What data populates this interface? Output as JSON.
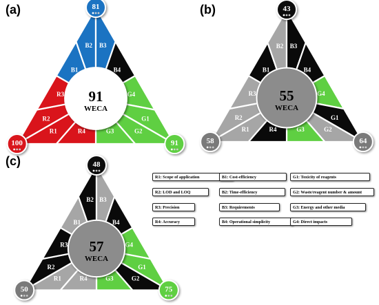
{
  "colors": {
    "black": "#0a0a0a",
    "gray": "#a6a6a6",
    "blue": "#1b73c2",
    "red": "#d9141b",
    "green": "#5fcf42",
    "center_white": "#ffffff",
    "center_gray": "#8c8c8c",
    "corner_gray": "#7a7a7a"
  },
  "labels": {
    "b": [
      "B1",
      "B2",
      "B3",
      "B4"
    ],
    "g": [
      "G4",
      "G1",
      "G2",
      "G3"
    ],
    "r": [
      "R4",
      "R1",
      "R2",
      "R3"
    ]
  },
  "center_sub": "WECA",
  "panels": [
    {
      "label": "(a)",
      "score": "91",
      "corner_top": "81",
      "corner_left": "100",
      "corner_right": "91",
      "center": "white",
      "top_colors": [
        "blue",
        "blue",
        "blue",
        "black"
      ],
      "right_colors": [
        "green",
        "green",
        "green",
        "green"
      ],
      "left_colors": [
        "red",
        "red",
        "red",
        "red"
      ],
      "top_corner_color": "blue",
      "left_corner_color": "red",
      "right_corner_color": "green"
    },
    {
      "label": "(b)",
      "score": "55",
      "corner_top": "43",
      "corner_left": "58",
      "corner_right": "64",
      "center": "gray",
      "top_colors": [
        "black",
        "gray",
        "black",
        "black"
      ],
      "right_colors": [
        "green",
        "black",
        "gray",
        "green"
      ],
      "left_colors": [
        "black",
        "gray",
        "gray",
        "gray"
      ],
      "top_corner_color": "black",
      "left_corner_color": "corner_gray",
      "right_corner_color": "corner_gray"
    },
    {
      "label": "(c)",
      "score": "57",
      "corner_top": "48",
      "corner_left": "50",
      "corner_right": "75",
      "center": "gray",
      "top_colors": [
        "gray",
        "black",
        "gray",
        "black"
      ],
      "right_colors": [
        "green",
        "green",
        "black",
        "green"
      ],
      "left_colors": [
        "gray",
        "gray",
        "black",
        "black"
      ],
      "top_corner_color": "black",
      "left_corner_color": "corner_gray",
      "right_corner_color": "green"
    }
  ],
  "legend": [
    [
      "R1: Scope of application",
      "B1: Cost-efficiency",
      "G1: Toxicity of reagents"
    ],
    [
      "R2: LOD and LOQ",
      "B2: Time-efficiency",
      "G2: Waste/reagent number & amount"
    ],
    [
      "R3: Precision",
      "B3: Requirements",
      "G3: Energy and other media"
    ],
    [
      "R4: Accuracy",
      "B4: Operational simplicity",
      "G4: Direct impacts"
    ]
  ]
}
